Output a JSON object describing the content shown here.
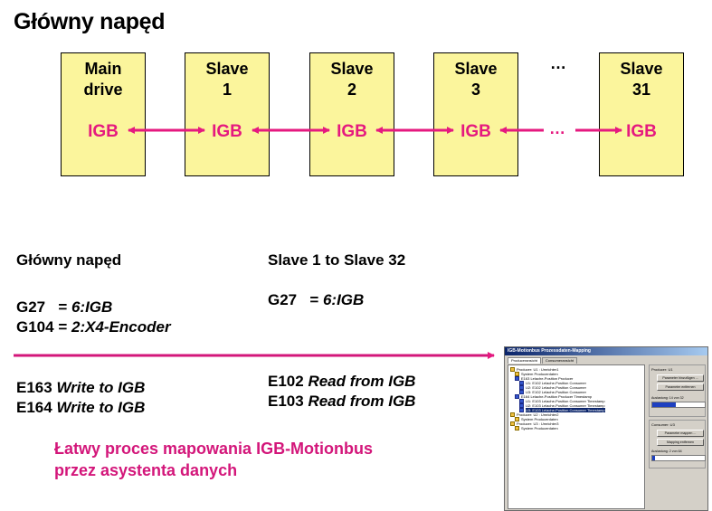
{
  "title": "Główny napęd",
  "nodes": [
    {
      "name": "Main\ndrive",
      "port": "IGB"
    },
    {
      "name": "Slave\n1",
      "port": "IGB"
    },
    {
      "name": "Slave\n2",
      "port": "IGB"
    },
    {
      "name": "Slave\n3",
      "port": "IGB"
    },
    {
      "name": "Slave\n31",
      "port": "IGB"
    }
  ],
  "ellipsis_top": "…",
  "ellipsis_mid": "…",
  "left_block": {
    "heading": "Główny napęd",
    "line1_code": "G27",
    "line1_eq": "= ",
    "line1_val": "6:IGB",
    "line2_code": "G104",
    "line2_eq": "= ",
    "line2_val": "2:X4-Encoder",
    "line3_code": "E163",
    "line3_val": "Write to IGB",
    "line4_code": "E164",
    "line4_val": "Write to IGB"
  },
  "right_block": {
    "heading": "Slave 1 to Slave 32",
    "line1_code": "G27",
    "line1_eq": "= ",
    "line1_val": "6:IGB",
    "line2_code": "E102",
    "line2_val": "Read from IGB",
    "line3_code": "E103",
    "line3_val": "Read from IGB"
  },
  "note_line1": "Łatwy proces mapowania IGB-Motionbus",
  "note_line2": "przez asystenta danych",
  "colors": {
    "box_fill": "#fbf59c",
    "accent": "#e5197f",
    "note": "#d3167a"
  },
  "window": {
    "title": "IGB-Motionbus Prozessdaten-Mapping",
    "tabs": [
      "Produceransicht",
      "Consumeransicht"
    ],
    "tree": [
      {
        "label": "Producer: U1 : Umrichter1",
        "level": 0,
        "icon": "folder"
      },
      {
        "label": "System Producerdaten",
        "level": 1,
        "icon": "folder"
      },
      {
        "label": "E163 Lelache-Position Producer",
        "level": 1,
        "icon": "blue"
      },
      {
        "label": "U1: E102 Lelache-Position Consumer",
        "level": 2,
        "icon": "blue"
      },
      {
        "label": "U2: E102 Lelache-Position Consumer",
        "level": 2,
        "icon": "blue"
      },
      {
        "label": "U3: E102 Lelache-Position Consumer",
        "level": 2,
        "icon": "blue"
      },
      {
        "label": "E164 Lelache-Position Producer Timestamp",
        "level": 1,
        "icon": "blue"
      },
      {
        "label": "U1: E103 Lelache-Position Consumer Timestamp",
        "level": 2,
        "icon": "blue"
      },
      {
        "label": "U2: E103 Lelache-Position Consumer Timestamp",
        "level": 2,
        "icon": "blue"
      },
      {
        "label": "U3: E103 Lelache-Position Consumer Timestamp",
        "level": 2,
        "icon": "blue",
        "selected": true
      },
      {
        "label": "Producer: U2 : Umrichter2",
        "level": 0,
        "icon": "folder"
      },
      {
        "label": "System Producerdaten",
        "level": 1,
        "icon": "folder"
      },
      {
        "label": "Producer: U3 : Umrichter3",
        "level": 0,
        "icon": "folder"
      },
      {
        "label": "System Producerdaten",
        "level": 1,
        "icon": "folder"
      }
    ],
    "producer_group": "Producer: U1",
    "btn_add": "Parameter hinzufügen ...",
    "btn_remove": "Parameter entfernen",
    "producer_usage": "Auslastung: 14 von 32",
    "producer_usage_fraction": 0.44,
    "consumer_group": "Consumer: U3",
    "btn_map": "Parameter mappen ...",
    "btn_unmap": "Mapping entfernen",
    "consumer_usage": "Auslastung: 2 von 64",
    "consumer_usage_fraction": 0.05
  }
}
